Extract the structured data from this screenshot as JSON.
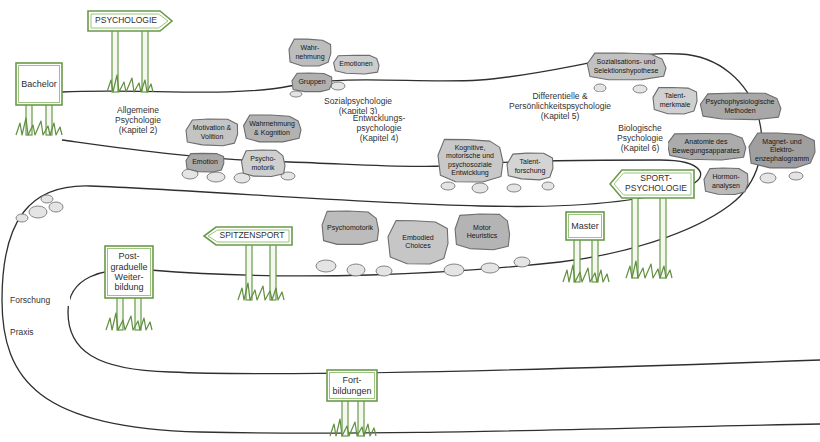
{
  "diagram": {
    "nodes": [
      {
        "text": [
          "PSYCHOLOGIE"
        ]
      },
      {
        "text": [
          "Bachelor"
        ]
      },
      {
        "text": [
          "Motivation & Volition"
        ]
      },
      {
        "text": [
          "Wahrnehmung & Kognition"
        ]
      },
      {
        "text": [
          "Emotion"
        ]
      },
      {
        "text": [
          "Psycho-motorik"
        ]
      },
      {
        "text": [
          "Wahr-nehmung"
        ]
      },
      {
        "text": [
          "Emotionen"
        ]
      },
      {
        "text": [
          "Gruppen"
        ]
      },
      {
        "text": [
          "Kognitive, motorische und psychosoziale Entwicklung"
        ]
      },
      {
        "text": [
          "Talent-forschung"
        ]
      },
      {
        "text": [
          "Sozialisations- und Selektionshypothese"
        ]
      },
      {
        "text": [
          "Talent-merkmale"
        ]
      },
      {
        "text": [
          "Psychophysiologische Methoden"
        ]
      },
      {
        "text": [
          "Magnet- und Elektro-enzephalogramm"
        ]
      },
      {
        "text": [
          "Anatomie des Bewegungsapparates"
        ]
      },
      {
        "text": [
          "Hormon-analysen"
        ]
      },
      {
        "text": [
          "SPORT-PSYCHOLOGIE"
        ]
      },
      {
        "text": [
          "Master"
        ]
      },
      {
        "text": [
          "Psychomotorik"
        ]
      },
      {
        "text": [
          "Embodied Choices"
        ]
      },
      {
        "text": [
          "Motor Heuristics"
        ]
      },
      {
        "text": [
          "SPITZENSPORT"
        ]
      },
      {
        "text": [
          "Post-graduelle Weiter-bildung"
        ]
      },
      {
        "text": [
          "Fort-bildungen"
        ]
      }
    ],
    "labels": [
      "Allgemeine Psychologie (Kapitel 2)",
      "Sozialpsychologie (Kapitel 3)",
      "Entwicklungs-psychologie (Kapitel 4)",
      "Differentielle & Persönlichkeitspsychologie (Kapitel 5)",
      "Biologische Psychologie (Kapitel 6)",
      "Forschung",
      "Praxis"
    ]
  }
}
